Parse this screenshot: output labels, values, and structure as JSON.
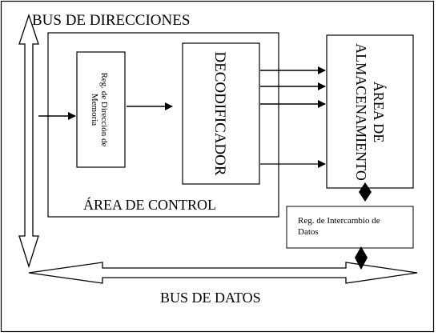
{
  "labels": {
    "bus_direcciones": "BUS DE DIRECCIONES",
    "bus_datos": "BUS DE DATOS",
    "area_control": "ÁREA DE CONTROL",
    "reg_direccion_line1": "Reg. de Dirección de",
    "reg_direccion_line2": "Memoria",
    "decodificador": "DECODIFICADOR",
    "area_almacenamiento_line1": "ÁREA DE",
    "area_almacenamiento_line2": "ALMACENAMIENTO",
    "reg_intercambio_line1": "Reg. de Intercambio de",
    "reg_intercambio_line2": "Datos"
  }
}
